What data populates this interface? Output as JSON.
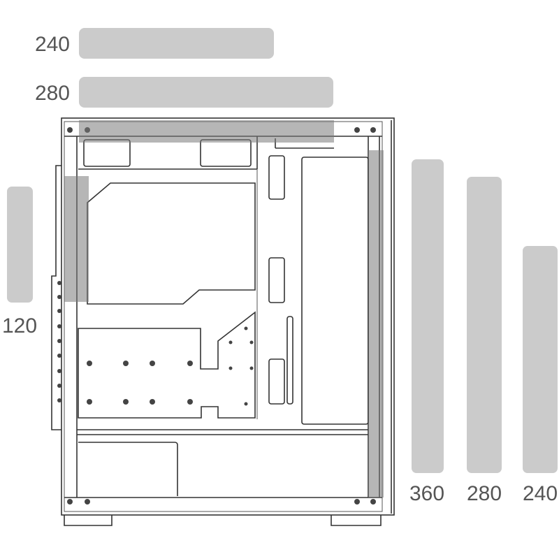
{
  "radiator_bars": {
    "top": [
      {
        "label": "240"
      },
      {
        "label": "280"
      }
    ],
    "front": [
      {
        "label": "120"
      }
    ],
    "rear_side": [
      {
        "label": "360"
      },
      {
        "label": "280"
      },
      {
        "label": "240"
      }
    ]
  },
  "colors": {
    "bar": "#cbcbcb",
    "overlay": "#7a7a7a",
    "text": "#555555",
    "line": "#333333"
  }
}
